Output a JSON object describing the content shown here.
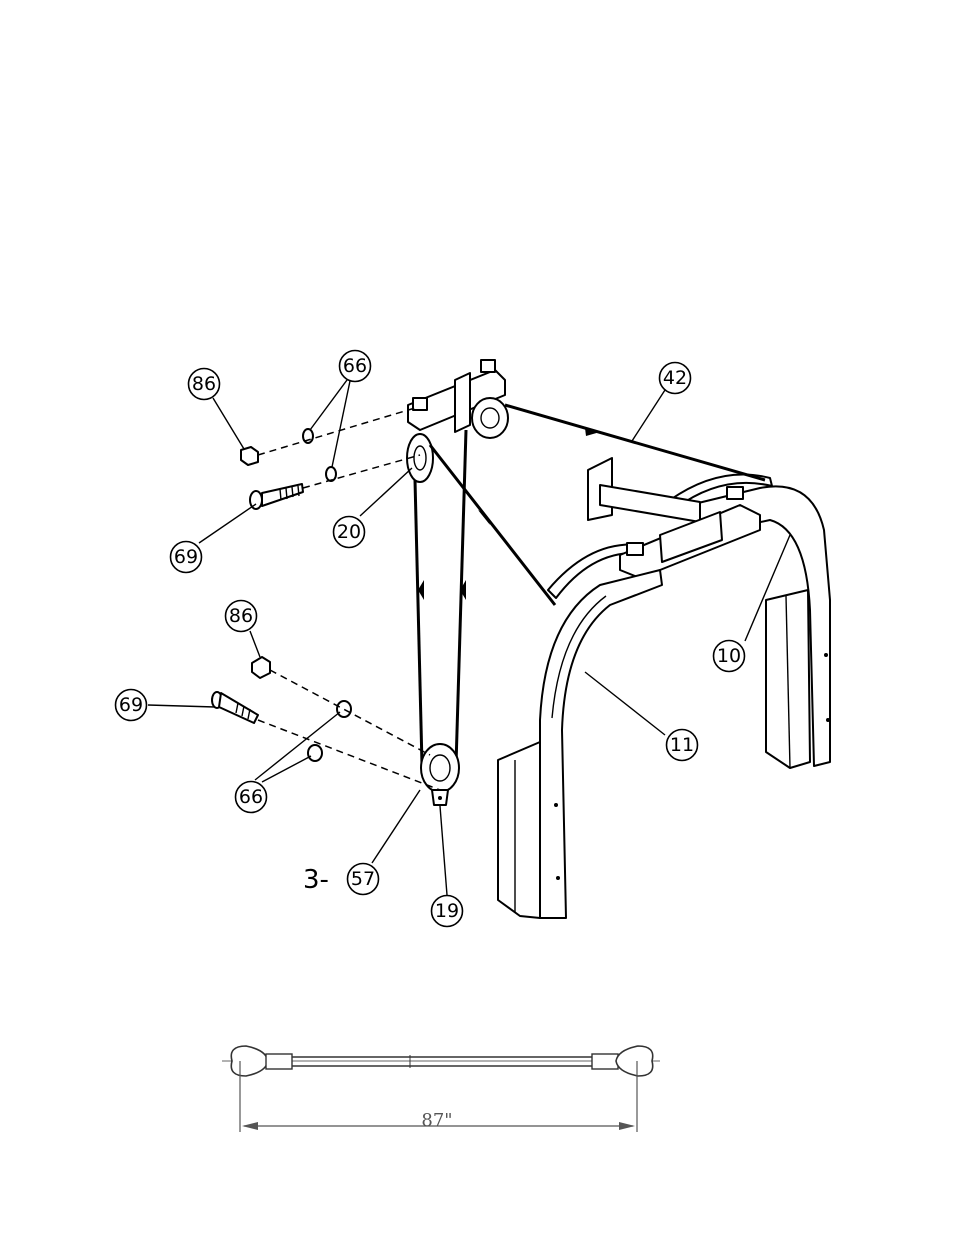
{
  "callouts": [
    {
      "id": "c86a",
      "label": "86"
    },
    {
      "id": "c66a",
      "label": "66"
    },
    {
      "id": "c42",
      "label": "42"
    },
    {
      "id": "c20",
      "label": "20"
    },
    {
      "id": "c69a",
      "label": "69"
    },
    {
      "id": "c10",
      "label": "10"
    },
    {
      "id": "c86b",
      "label": "86"
    },
    {
      "id": "c69b",
      "label": "69"
    },
    {
      "id": "c11",
      "label": "11"
    },
    {
      "id": "c66b",
      "label": "66"
    },
    {
      "id": "c57",
      "label": "57"
    },
    {
      "id": "c19",
      "label": "19"
    }
  ],
  "quantity_prefix": "3-",
  "cable_dimension": "87\""
}
